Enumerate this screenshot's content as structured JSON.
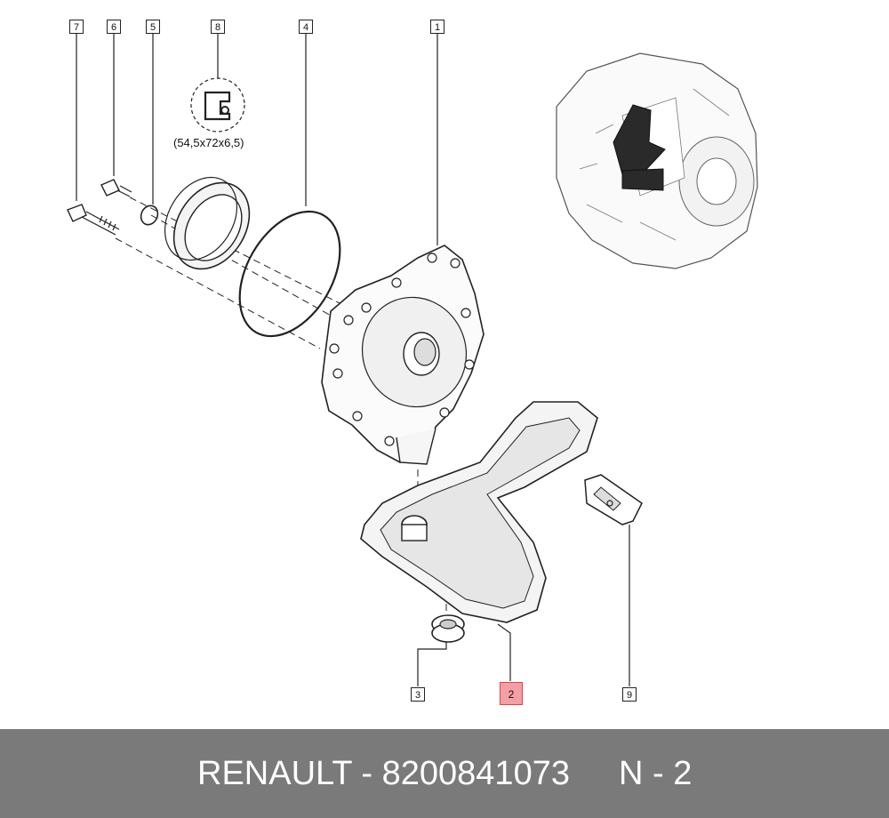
{
  "callouts": {
    "c1": "1",
    "c2": "2",
    "c3": "3",
    "c4": "4",
    "c5": "5",
    "c6": "6",
    "c7": "7",
    "c8": "8",
    "c9": "9"
  },
  "seal_spec": "(54,5x72x6,5)",
  "footer": {
    "brand_part": "RENAULT - 8200841073",
    "ref": "N - 2"
  },
  "colors": {
    "highlight": "#f2a0a5",
    "footer_bg": "#7a7a7a",
    "line": "#222222"
  }
}
